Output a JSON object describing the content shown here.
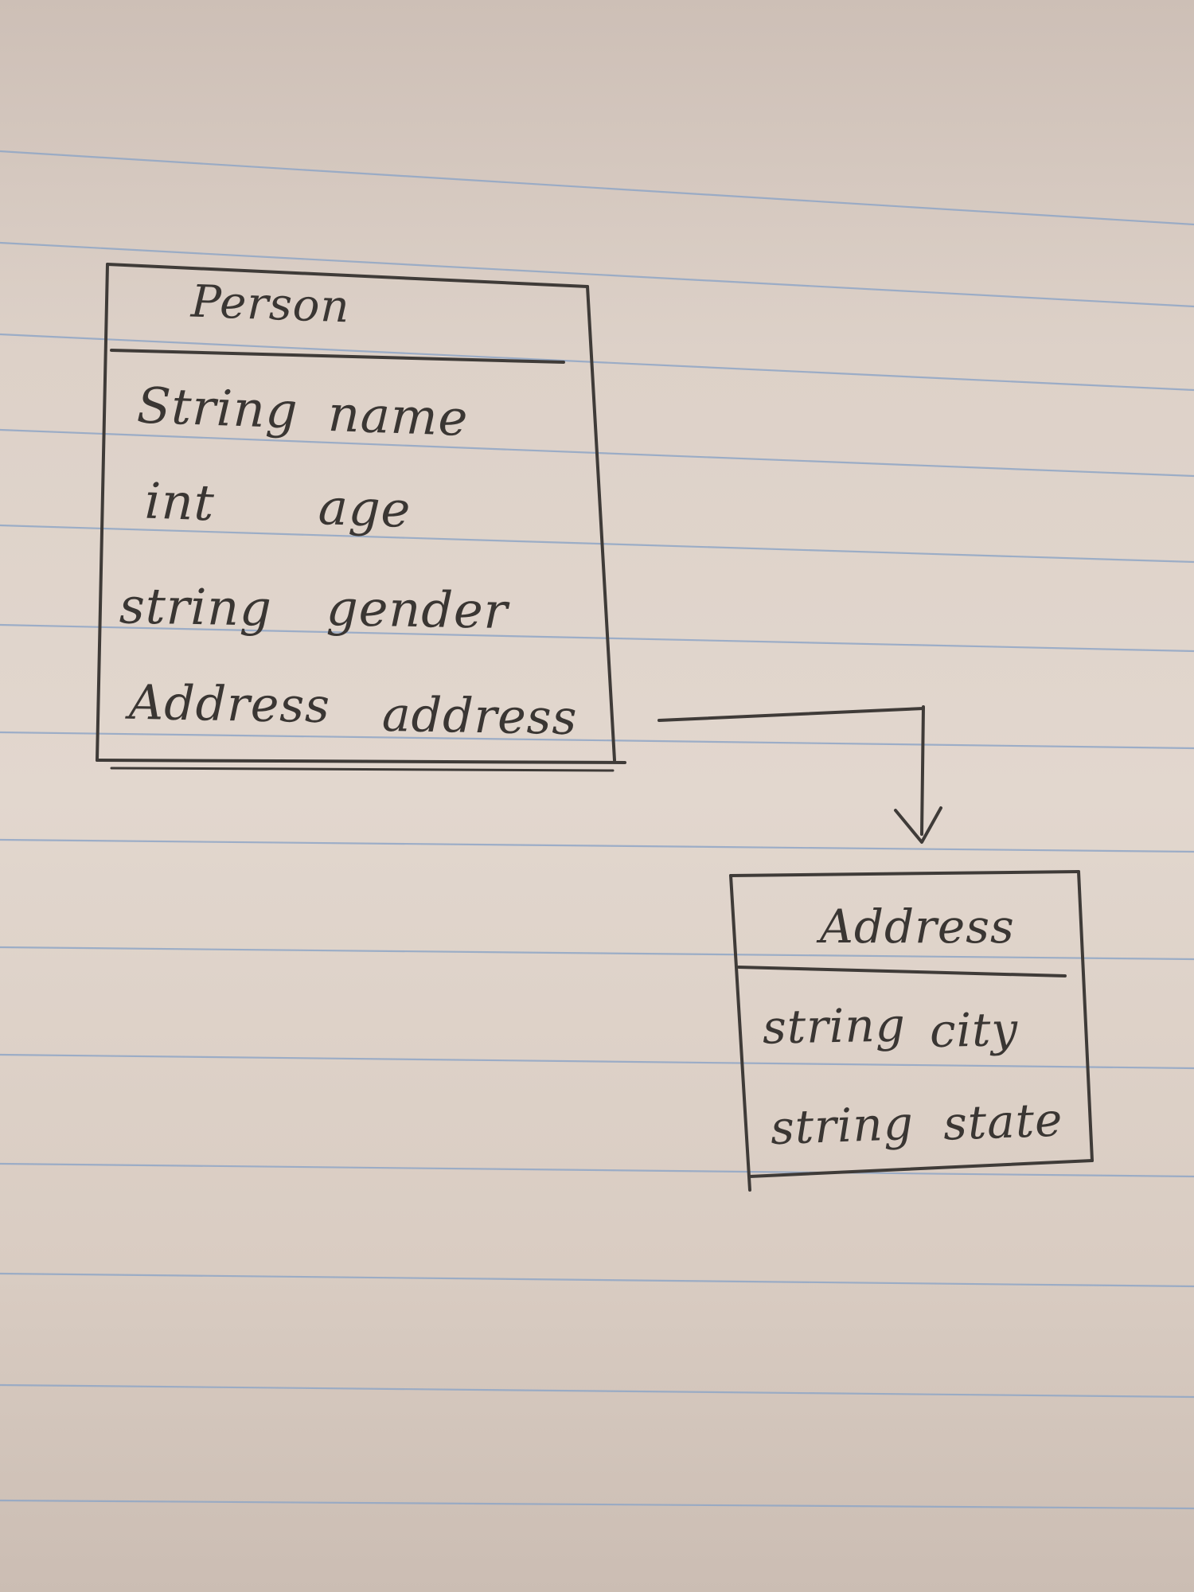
{
  "diagram": {
    "classes": [
      {
        "name": "Person",
        "fields": [
          {
            "type": "String",
            "name": "name"
          },
          {
            "type": "int",
            "name": "age"
          },
          {
            "type": "string",
            "name": "gender"
          },
          {
            "type": "Address",
            "name": "address"
          }
        ]
      },
      {
        "name": "Address",
        "fields": [
          {
            "type": "string",
            "name": "city"
          },
          {
            "type": "string",
            "name": "state"
          }
        ]
      }
    ],
    "relation": {
      "from": "Person.address",
      "to": "Address"
    }
  },
  "colors": {
    "paper": "#e2d7ce",
    "rule_line": "#8fa6c6",
    "pencil": "#3f3b38"
  }
}
